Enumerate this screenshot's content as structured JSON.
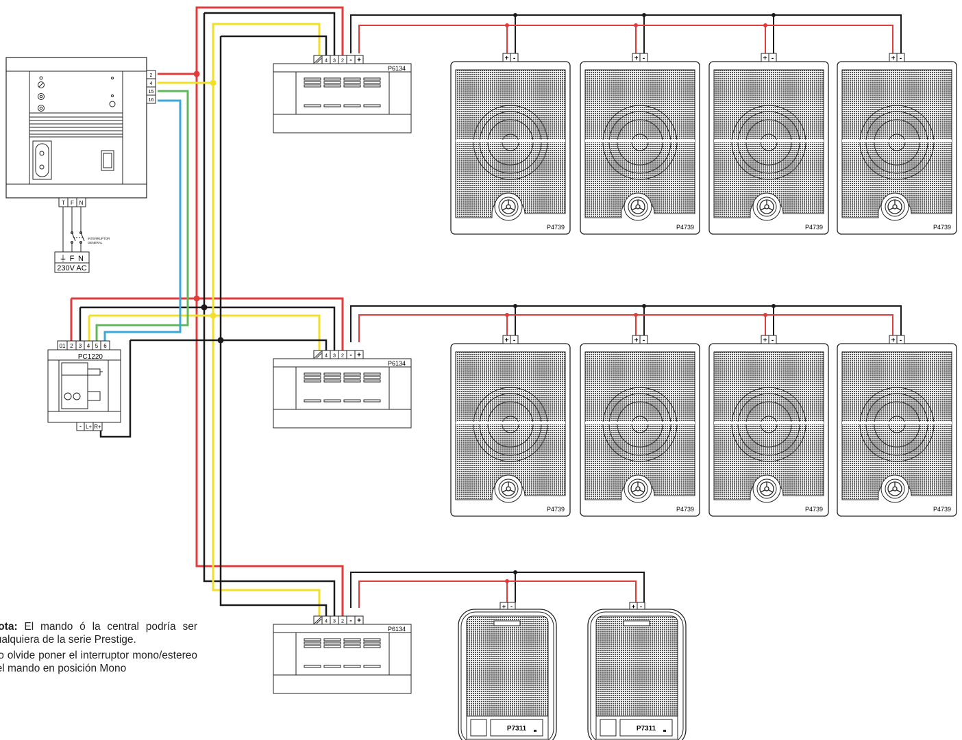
{
  "power_unit": {
    "terminals": [
      "2",
      "4",
      "15",
      "16"
    ],
    "mains_terminals": [
      "T",
      "F",
      "N"
    ],
    "switch_label": [
      "INTERRUPTOR",
      "GENERAL"
    ],
    "supply_terminals": [
      "⏚",
      "F",
      "N"
    ],
    "supply_label": "230V AC"
  },
  "controller": {
    "model": "PC1220",
    "terminals": [
      "01",
      "2",
      "3",
      "4",
      "5",
      "6"
    ],
    "bottom_terminals": [
      "-",
      "L+",
      "R+"
    ]
  },
  "amplifier": {
    "model": "P6134",
    "terminals": [
      "4",
      "3",
      "2",
      "-",
      "+"
    ]
  },
  "ceiling_speaker": {
    "model": "P4739",
    "terminals": [
      "+",
      "-"
    ]
  },
  "wall_speaker": {
    "model": "P7311",
    "terminals": [
      "+",
      "-"
    ]
  },
  "colors": {
    "red": "#e23b3b",
    "yellow": "#f2df2a",
    "green": "#5fb85a",
    "blue": "#3aa7d6",
    "black": "#1a1a1a",
    "grille": "#555555"
  },
  "note": {
    "bold": "Nota:",
    "line1": "El mando ó la central podría ser cualquiera de la serie Prestige.",
    "line2": "No olvide poner el interruptor mono/estereo del mando  en posición Mono"
  }
}
